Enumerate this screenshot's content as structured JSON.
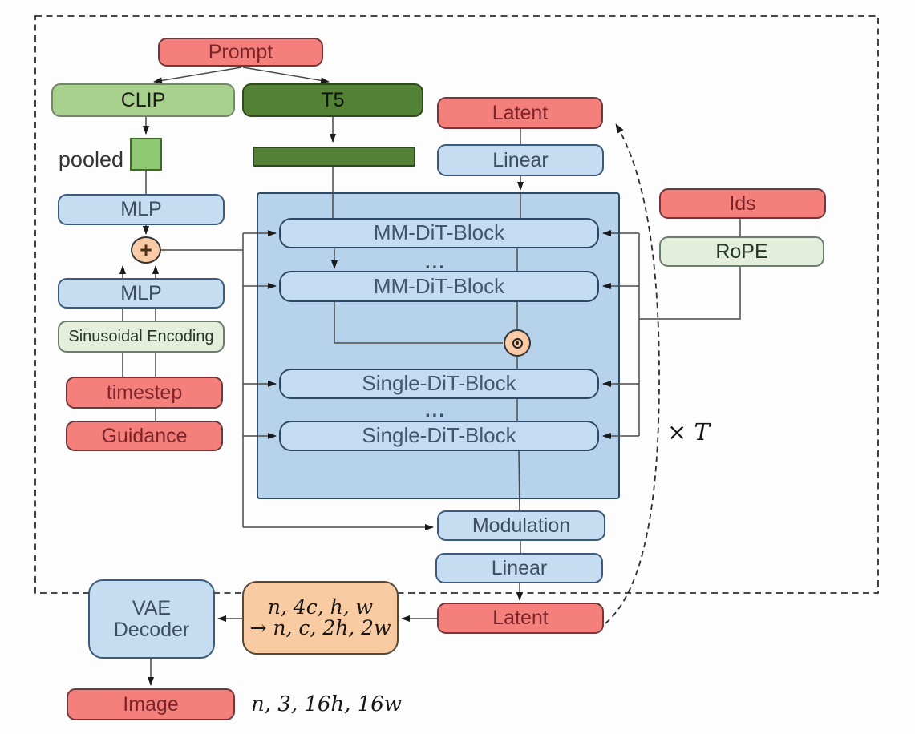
{
  "diagram": {
    "nodes": {
      "prompt": {
        "label": "Prompt"
      },
      "clip": {
        "label": "CLIP"
      },
      "t5": {
        "label": "T5"
      },
      "pooled": {
        "label": "pooled"
      },
      "mlp_top": {
        "label": "MLP"
      },
      "mlp_bottom": {
        "label": "MLP"
      },
      "sinusoidal": {
        "label": "Sinusoidal Encoding"
      },
      "timestep": {
        "label": "timestep"
      },
      "guidance": {
        "label": "Guidance"
      },
      "latent_top": {
        "label": "Latent"
      },
      "linear_top": {
        "label": "Linear"
      },
      "mm_dit_1": {
        "label": "MM-DiT-Block"
      },
      "mm_dit_2": {
        "label": "MM-DiT-Block"
      },
      "single_dit_1": {
        "label": "Single-DiT-Block"
      },
      "single_dit_2": {
        "label": "Single-DiT-Block"
      },
      "ids": {
        "label": "Ids"
      },
      "rope": {
        "label": "RoPE"
      },
      "modulation": {
        "label": "Modulation"
      },
      "linear_bottom": {
        "label": "Linear"
      },
      "latent_bottom": {
        "label": "Latent"
      },
      "vae_decoder": {
        "line1": "VAE",
        "line2": "Decoder"
      },
      "image": {
        "label": "Image"
      }
    },
    "operators": {
      "sum": "+",
      "odot": "⊙",
      "ellipsis_mm": "...",
      "ellipsis_single": "..."
    },
    "annotations": {
      "repeat_label": "× T",
      "latent_shape_in": "n, 4c, h, w",
      "latent_shape_out": "→ n, c, 2h, 2w",
      "image_shape": "n, 3, 16h, 16w"
    },
    "colors": {
      "red_fill": "#F5807B",
      "blue_fill": "#C5DCF1",
      "container_fill": "#B7D3EB",
      "light_green_fill": "#A9D18E",
      "dark_green_fill": "#538135",
      "pale_green_fill": "#E3EFDA",
      "peach_fill": "#F8CBA6",
      "orange_fill": "#F8CBA3",
      "line": "#4a4a4a",
      "dashed": "#2e2e2e"
    }
  }
}
